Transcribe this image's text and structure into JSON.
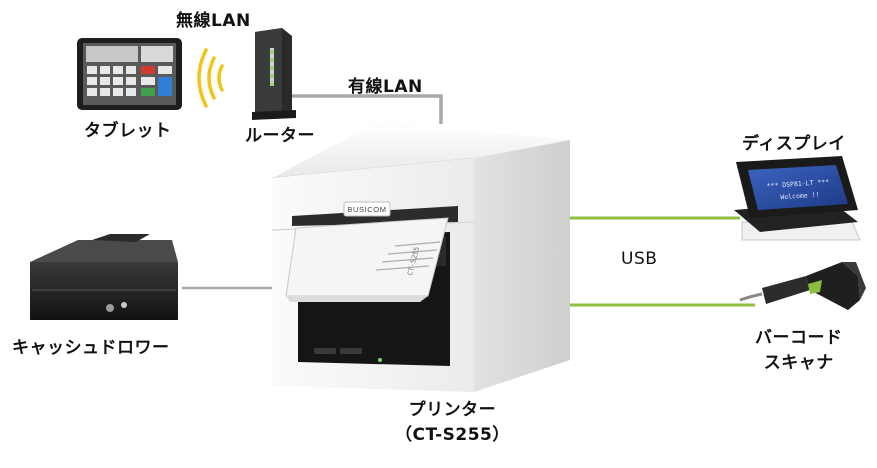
{
  "labels": {
    "wireless_lan": "無線LAN",
    "wired_lan": "有線LAN",
    "tablet": "タブレット",
    "router": "ルーター",
    "display": "ディスプレイ",
    "usb": "USB",
    "cash_drawer": "キャッシュドロワー",
    "scanner_line1": "バーコード",
    "scanner_line2": "スキャナ",
    "printer_line1": "プリンター",
    "printer_line2": "（CT-S255）"
  },
  "device_text": {
    "printer_brand": "BUSICOM",
    "display_line1": "*** DSP81-LT ***",
    "display_line2": "Welcome !!",
    "receipt_line": "CT-S255"
  },
  "colors": {
    "wired_line": "#a9a9a9",
    "usb_line": "#8cbf3f",
    "wifi_waves": "#f0c419",
    "printer_body": "#f3f3f1",
    "display_screen": "#2b4fa3"
  }
}
